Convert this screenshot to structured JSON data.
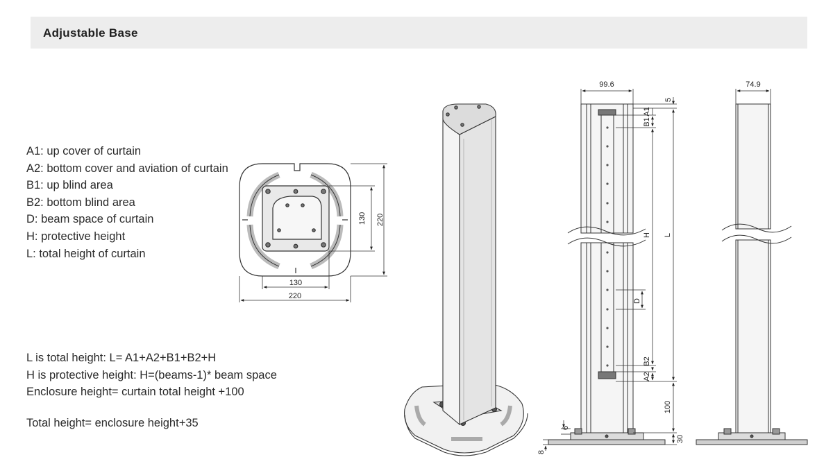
{
  "header": {
    "title": "Adjustable Base"
  },
  "legend": [
    "A1: up cover of curtain",
    "A2: bottom cover and aviation of curtain",
    "B1: up blind area",
    "B2: bottom blind area",
    "D: beam space of curtain",
    "H: protective height",
    "L: total height of curtain"
  ],
  "formulas": [
    "L is total height: L= A1+A2+B1+B2+H",
    "H is protective height: H=(beams-1)* beam space",
    "Enclosure height= curtain total height +100"
  ],
  "total_height": "Total height= enclosure height+35",
  "base_dims": {
    "inner_w": "130",
    "outer_w": "220",
    "inner_h": "130",
    "outer_h": "220"
  },
  "side_dims": {
    "width": "99.6",
    "top_gap": "5",
    "a1": "A1",
    "b1": "B1",
    "h": "H",
    "l": "L",
    "d": "D",
    "b2": "B2",
    "a2": "A2",
    "enclosure_extra": "100",
    "base_h": "30",
    "foot_gap": "6",
    "plate_h": "8"
  },
  "end_dims": {
    "width": "74.9"
  }
}
